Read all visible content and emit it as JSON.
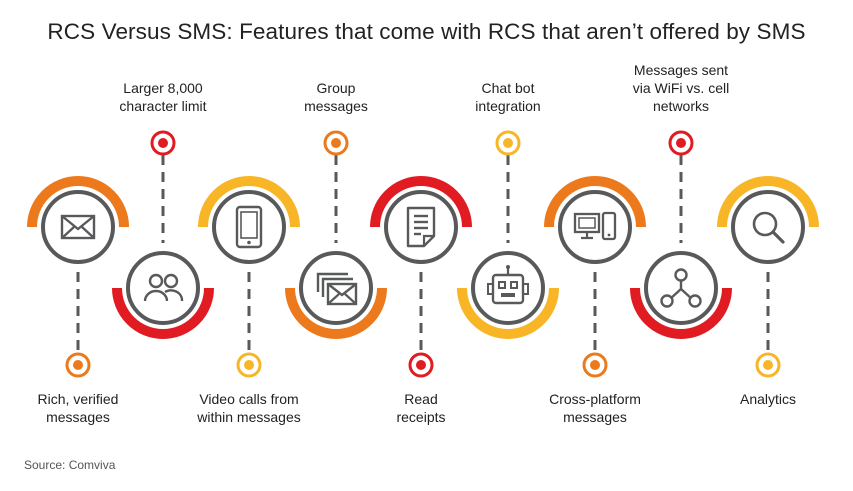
{
  "title": "RCS Versus SMS: Features that come with RCS that aren’t offered by SMS",
  "source": "Source: Comviva",
  "colors": {
    "orange": "#ec7a1c",
    "red": "#e11b22",
    "yellow": "#f8b526",
    "gray": "#58595b"
  },
  "features": [
    {
      "lines": [
        "Rich, verified",
        "messages"
      ],
      "icon": "envelope-icon",
      "color": "orange"
    },
    {
      "lines": [
        "Larger 8,000",
        "character limit"
      ],
      "icon": "people-icon",
      "color": "red"
    },
    {
      "lines": [
        "Video calls from",
        "within messages"
      ],
      "icon": "phone-icon",
      "color": "yellow"
    },
    {
      "lines": [
        "Group",
        "messages"
      ],
      "icon": "stacked-envelopes-icon",
      "color": "orange"
    },
    {
      "lines": [
        "Read",
        "receipts"
      ],
      "icon": "document-icon",
      "color": "red"
    },
    {
      "lines": [
        "Chat bot",
        "integration"
      ],
      "icon": "robot-icon",
      "color": "yellow"
    },
    {
      "lines": [
        "Cross-platform",
        "messages"
      ],
      "icon": "devices-icon",
      "color": "orange"
    },
    {
      "lines": [
        "Messages sent",
        "via WiFi vs. cell",
        "networks"
      ],
      "icon": "network-icon",
      "color": "red"
    },
    {
      "lines": [
        "Analytics"
      ],
      "icon": "magnifier-icon",
      "color": "yellow"
    }
  ]
}
